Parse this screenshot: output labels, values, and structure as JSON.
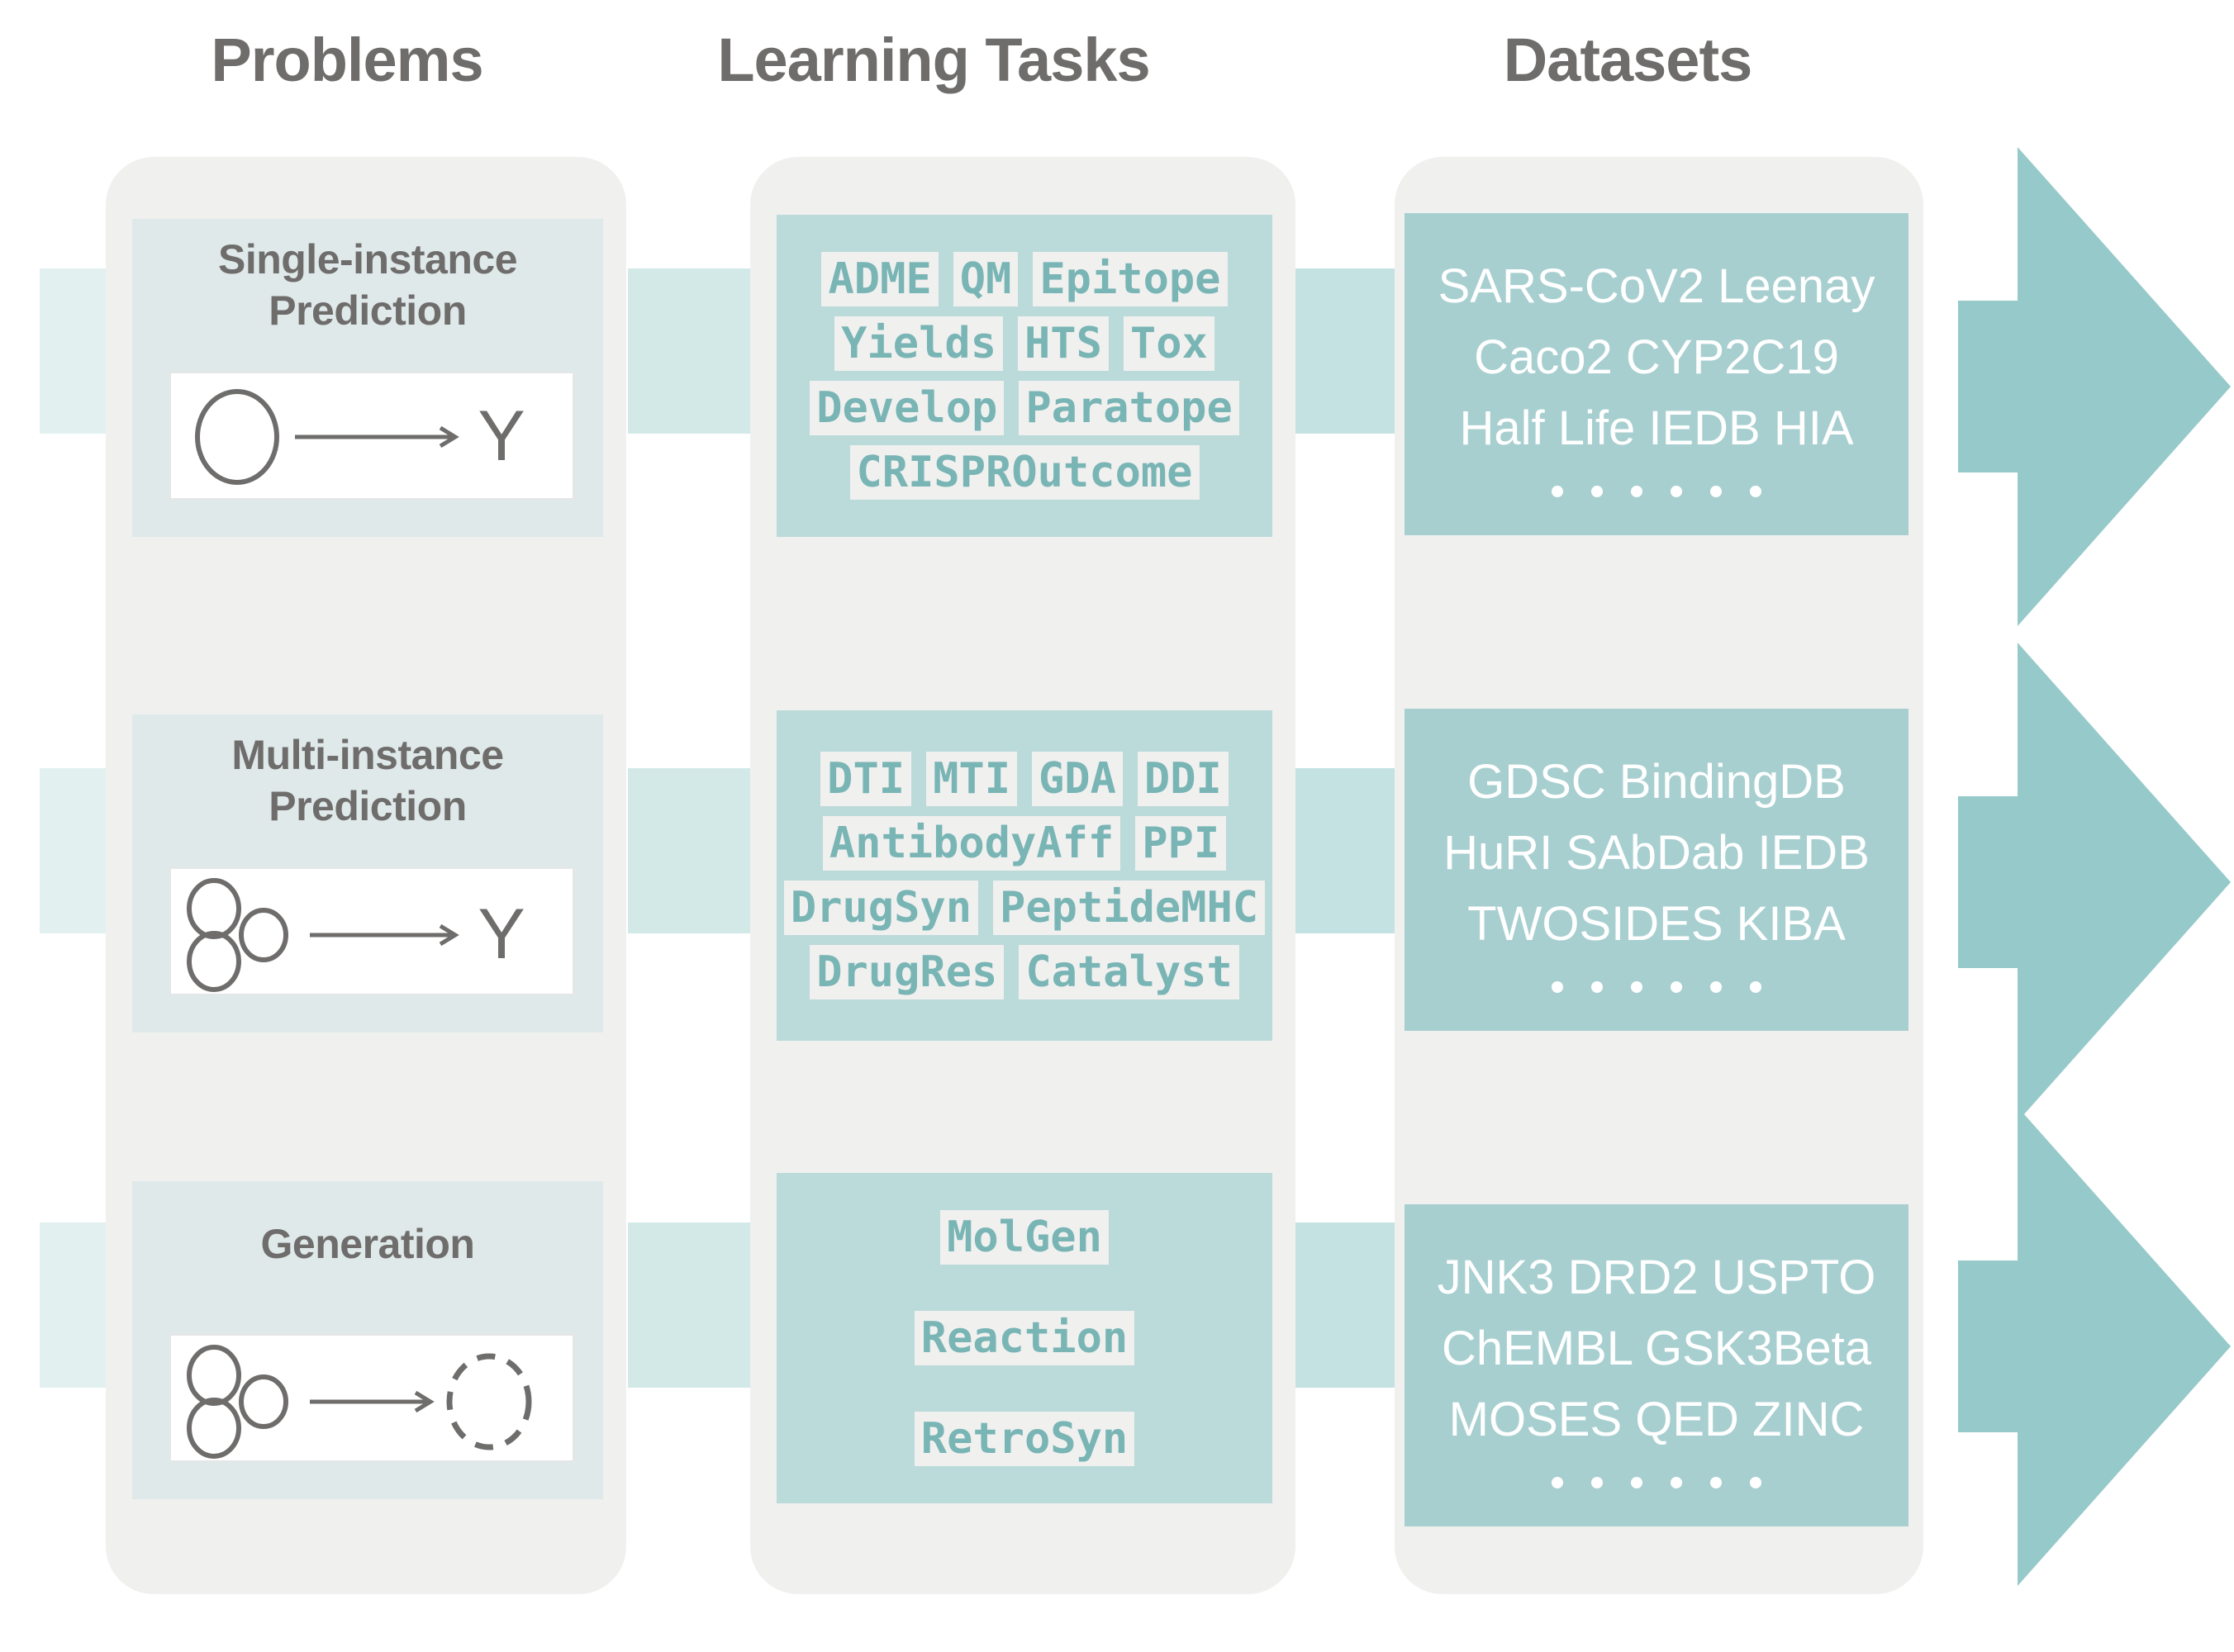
{
  "headers": {
    "problems": "Problems",
    "tasks": "Learning Tasks",
    "datasets": "Datasets"
  },
  "colors": {
    "header_text": "#6f6d6c",
    "column_bg": "#f0f0ef",
    "problem_panel": "#dfe9ea",
    "task_panel": "#bbdada",
    "dataset_panel": "#a8cfd0",
    "task_text": "#79b5b5",
    "chip_bg": "#f0f0ef",
    "dataset_text": "#ffffff",
    "arrow": "#96c9c9",
    "band_light": "#e2f0f0",
    "band_mid": "#d3e9e8",
    "band_dark": "#c5e2e2"
  },
  "rows": [
    {
      "problem": {
        "title_line1": "Single-instance",
        "title_line2": "Prediction",
        "diagram": "one-circle-arrow-Y",
        "output_label": "Y"
      },
      "tasks": [
        [
          "ADME",
          "QM",
          "Epitope"
        ],
        [
          "Yields",
          "HTS",
          "Tox"
        ],
        [
          "Develop",
          "Paratope"
        ],
        [
          "CRISPROutcome"
        ]
      ],
      "datasets": [
        "SARS-CoV2  Leenay",
        "Caco2   CYP2C19",
        "Half Life  IEDB  HIA"
      ],
      "dataset_ellipsis_dots": 6
    },
    {
      "problem": {
        "title_line1": "Multi-instance",
        "title_line2": "Prediction",
        "diagram": "three-circles-arrow-Y",
        "output_label": "Y"
      },
      "tasks": [
        [
          "DTI",
          "MTI",
          "GDA",
          "DDI"
        ],
        [
          "AntibodyAff",
          "PPI"
        ],
        [
          "DrugSyn",
          "PeptideMHC"
        ],
        [
          "DrugRes",
          "Catalyst"
        ]
      ],
      "datasets": [
        "GDSC  BindingDB",
        "HuRI SAbDab IEDB",
        "TWOSIDES  KIBA"
      ],
      "dataset_ellipsis_dots": 6
    },
    {
      "problem": {
        "title_line1": "Generation",
        "title_line2": "",
        "diagram": "three-circles-arrow-dashed-circle",
        "output_label": ""
      },
      "tasks": [
        [
          "MolGen"
        ],
        [
          "Reaction"
        ],
        [
          "RetroSyn"
        ]
      ],
      "datasets": [
        "JNK3  DRD2 USPTO",
        "ChEMBL  GSK3Beta",
        "MOSES QED  ZINC"
      ],
      "dataset_ellipsis_dots": 6
    }
  ],
  "arrows": {
    "count": 3,
    "direction": "right",
    "shape": "block-arrow"
  }
}
